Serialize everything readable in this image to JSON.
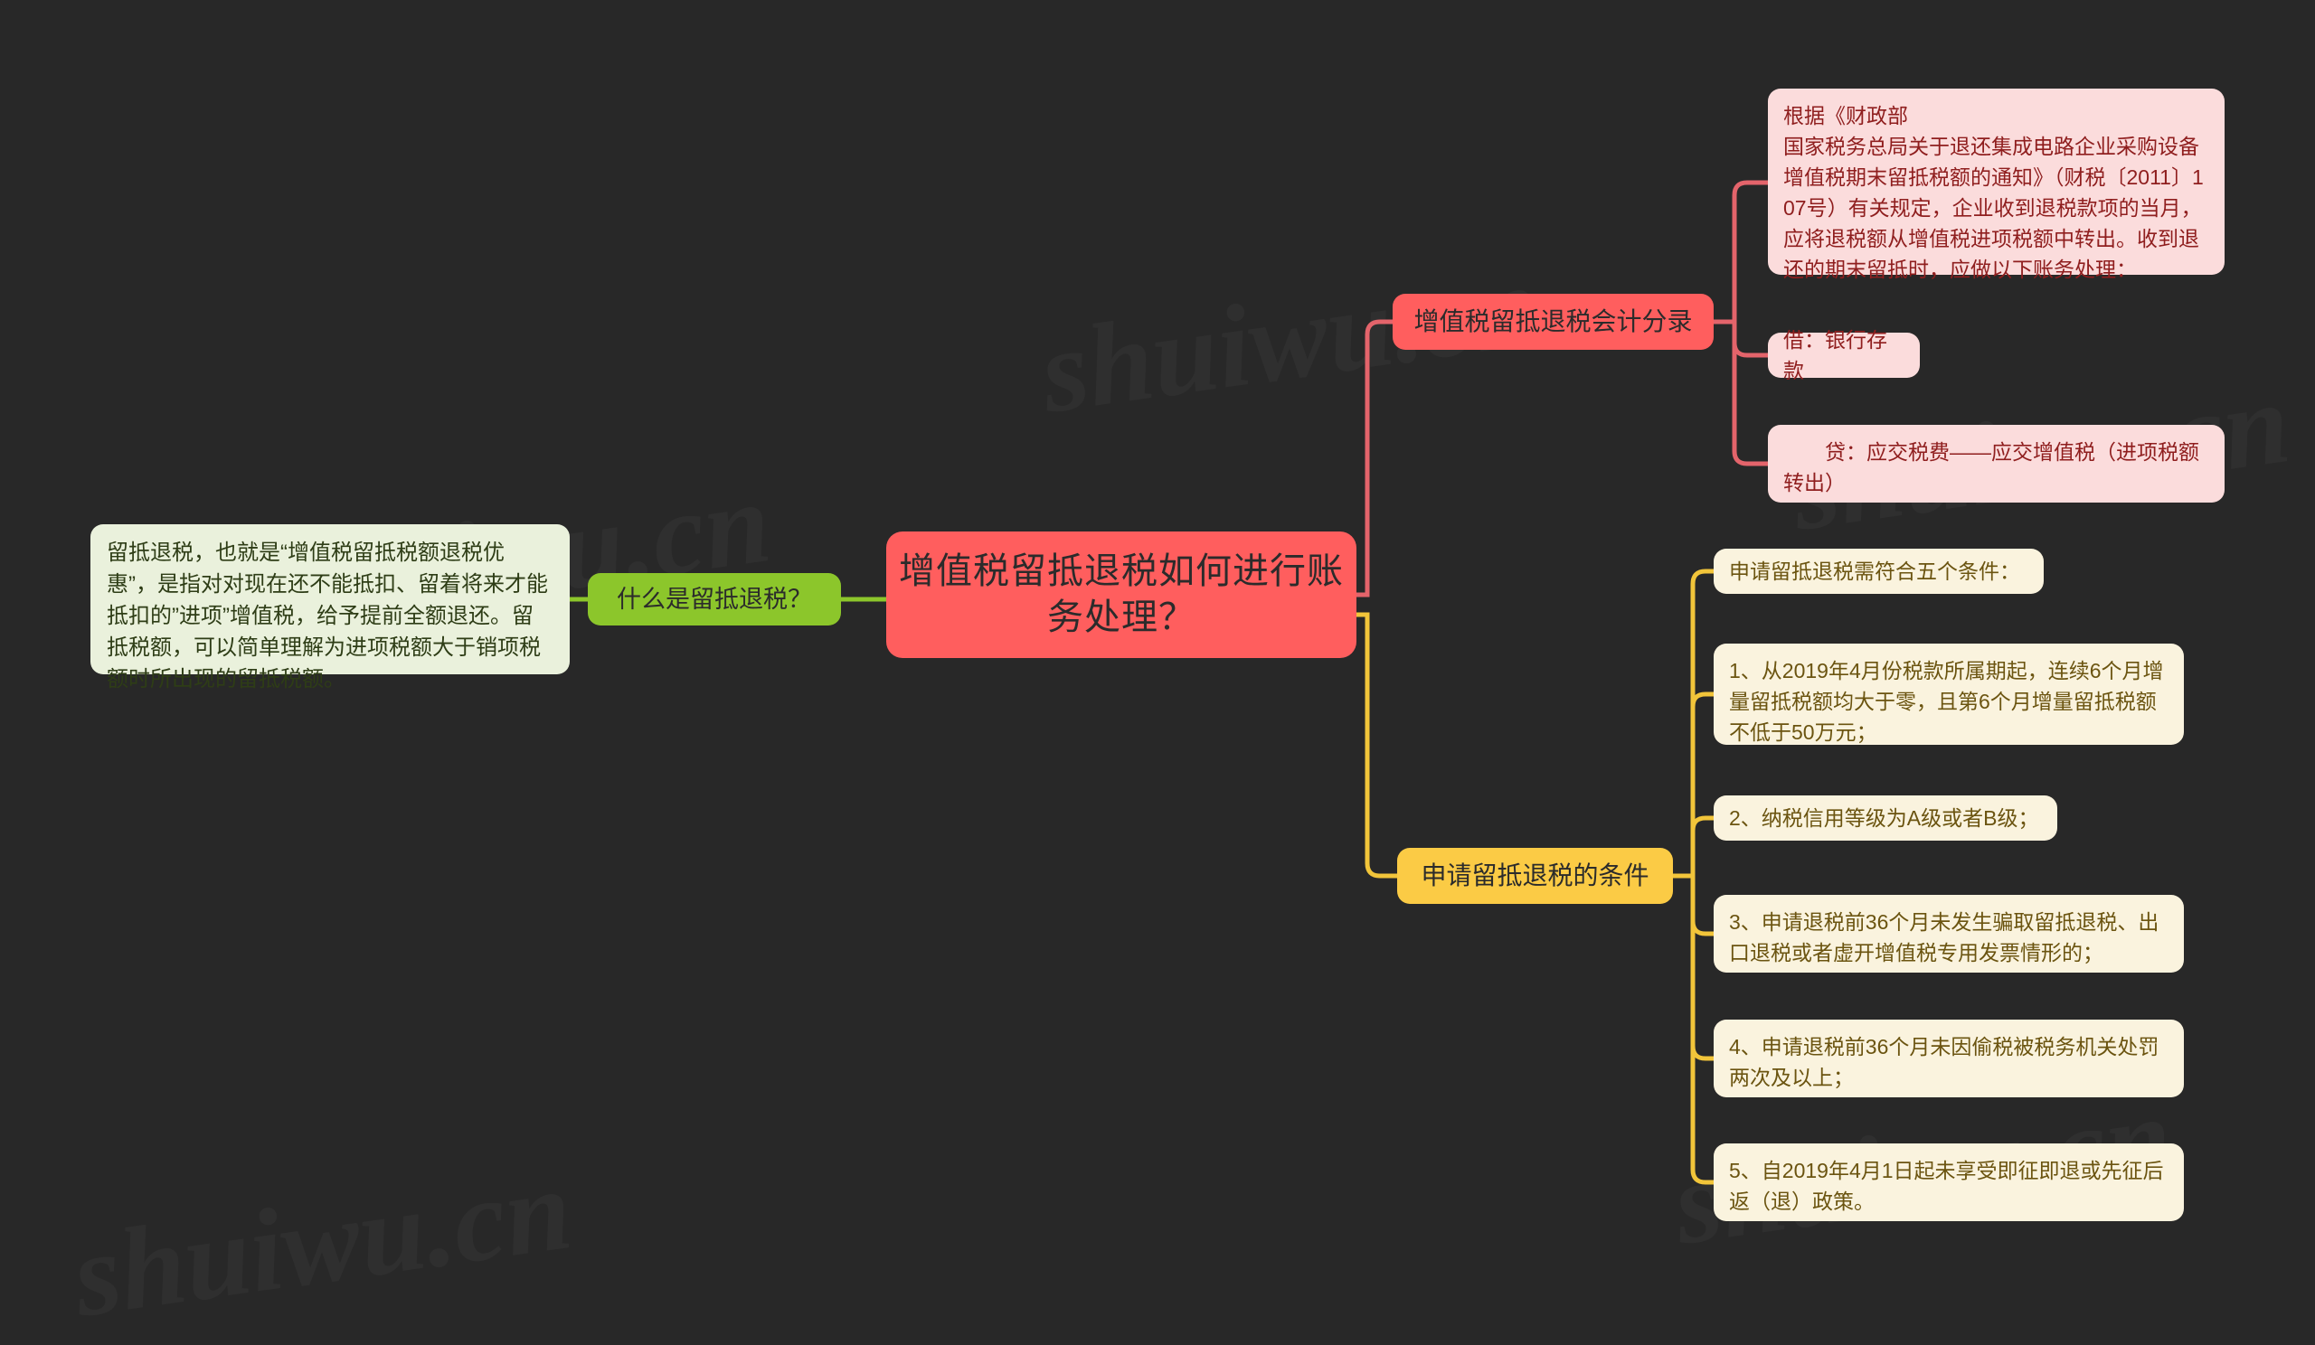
{
  "canvas": {
    "background": "#282828",
    "watermark_text": "网校网 shuiwu.cn"
  },
  "colors": {
    "root_fill": "#FF5E5E",
    "green_branch_fill": "#8CC62B",
    "green_leaf_fill": "#EAF1DC",
    "green_line": "#8CC62B",
    "red_branch_fill": "#FF5E5E",
    "pink_leaf_fill": "#FBDCDC",
    "red_line": "#E4646B",
    "yellow_branch_fill": "#FBCB45",
    "yellow_leaf_fill": "#FAF3DE",
    "yellow_line": "#F2C53A",
    "text_dark": "#2b2b2b",
    "text_green": "#2e3d16",
    "text_red": "#8f1e1e",
    "text_yellow": "#6b5410"
  },
  "root": {
    "label": "增值税留抵退税如何进行账务处理？"
  },
  "branches": {
    "green": {
      "label": "什么是留抵退税？",
      "leaves": [
        {
          "text": "留抵退税，也就是“增值税留抵税额退税优惠”，是指对对现在还不能抵扣、留着将来才能抵扣的”进项”增值税，给予提前全额退还。留抵税额，可以简单理解为进项税额大于销项税额时所出现的留抵税额。"
        }
      ]
    },
    "red": {
      "label": "增值税留抵退税会计分录",
      "leaves": [
        {
          "text": "根据《财政部\n国家税务总局关于退还集成电路企业采购设备增值税期末留抵税额的通知》（财税〔2011〕107号）有关规定，企业收到退税款项的当月，应将退税额从增值税进项税额中转出。收到退还的期末留抵时，应做以下账务处理："
        },
        {
          "text": "借：银行存款"
        },
        {
          "text": "　　贷：应交税费——应交增值税（进项税额转出）"
        }
      ]
    },
    "yellow": {
      "label": "申请留抵退税的条件",
      "leaves": [
        {
          "text": "申请留抵退税需符合五个条件："
        },
        {
          "text": "1、从2019年4月份税款所属期起，连续6个月增量留抵税额均大于零，且第6个月增量留抵税额不低于50万元；"
        },
        {
          "text": "2、纳税信用等级为A级或者B级；"
        },
        {
          "text": "3、申请退税前36个月未发生骗取留抵退税、出口退税或者虚开增值税专用发票情形的；"
        },
        {
          "text": "4、申请退税前36个月未因偷税被税务机关处罚两次及以上；"
        },
        {
          "text": "5、自2019年4月1日起未享受即征即退或先征后返（退）政策。"
        }
      ]
    }
  }
}
